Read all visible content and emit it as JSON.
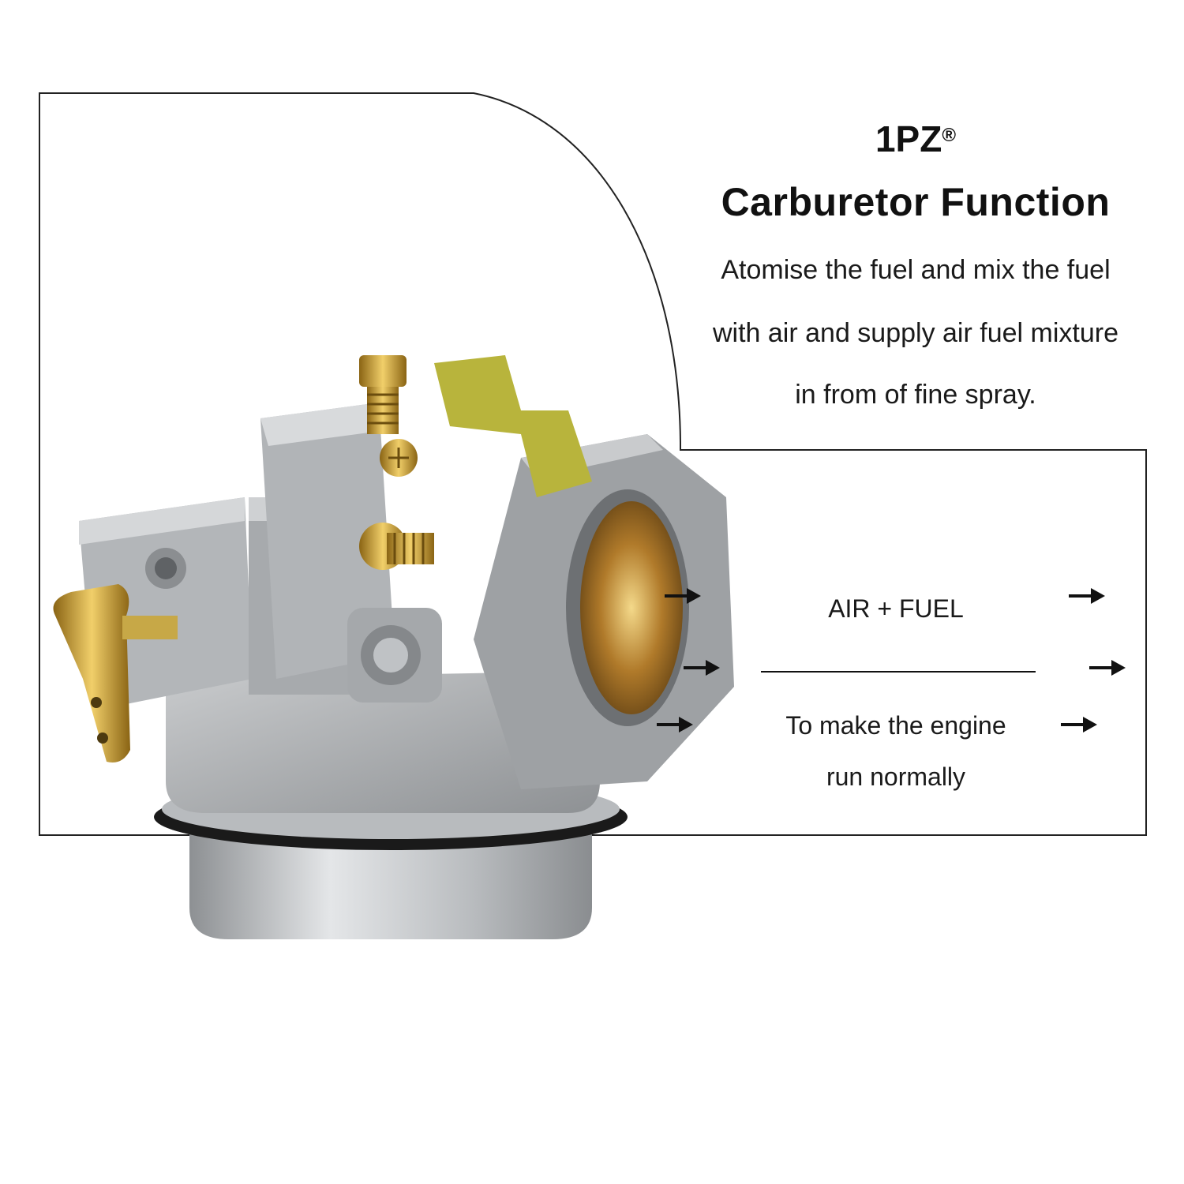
{
  "heading": {
    "brand": "1PZ",
    "brand_mark": "®",
    "title": "Carburetor Function"
  },
  "description": {
    "line1": "Atomise the fuel and mix the fuel",
    "line2": "with air and supply air fuel mixture",
    "line3": "in from of fine spray."
  },
  "flow": {
    "label_top": "AIR + FUEL",
    "label_bottom_line1": "To make the engine",
    "label_bottom_line2": "run normally"
  },
  "colors": {
    "frame": "#222222",
    "metal": "#a9acae",
    "brass": "#c8a23a",
    "zinc_bracket": "#b7b23a"
  }
}
